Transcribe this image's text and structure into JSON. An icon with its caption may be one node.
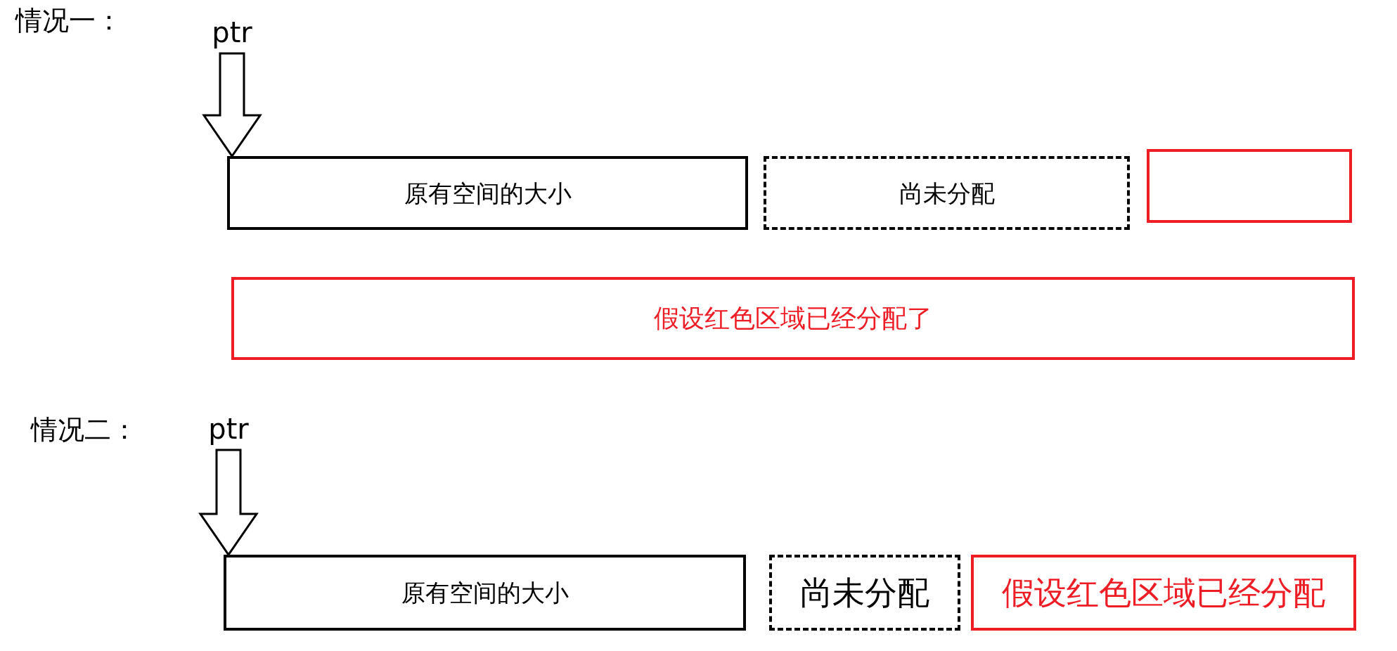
{
  "diagram": {
    "nodes": [
      {
        "text": [
          "ptr"
        ]
      },
      {
        "text": [
          "原有空间的大小"
        ]
      },
      {
        "text": [
          "尚未分配"
        ]
      },
      {
        "text": [],
        "shape": "box"
      },
      {
        "text": [
          "假设红色区域已经分配了"
        ]
      },
      {
        "text": [
          "ptr"
        ]
      },
      {
        "text": [
          "原有空间的大小"
        ]
      },
      {
        "text": [
          "尚未分配"
        ]
      },
      {
        "text": [
          "假设红色区域已经分配"
        ]
      }
    ],
    "edges": [
      {
        "from": 0,
        "to": 1,
        "arrow": "to"
      },
      {
        "from": 5,
        "to": 6,
        "arrow": "to"
      }
    ],
    "labels": [
      "情况一：",
      "情况二："
    ]
  }
}
